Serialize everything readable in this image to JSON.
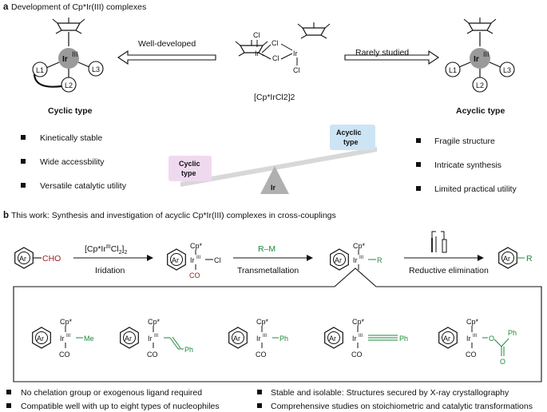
{
  "panel_a": {
    "label": "a",
    "title": "Development of Cp*Ir(III) complexes",
    "arrow_left_label": "Well-developed",
    "arrow_right_label": "Rarely studied",
    "dimer_formula": "[Cp*IrCl2]2",
    "cyclic_title": "Cyclic type",
    "acyclic_title": "Acyclic type",
    "cyclic_points": [
      "Kinetically stable",
      "Wide accessbility",
      "Versatile catalytic utility"
    ],
    "acyclic_points": [
      "Fragile structure",
      "Intricate synthesis",
      "Limited practical utility"
    ],
    "balance": {
      "left_box": "Cyclic type",
      "right_box": "Acyclic type",
      "fulcrum": "Ir"
    }
  },
  "panel_b": {
    "label": "b",
    "title": "This work: Synthesis and investigation of acyclic Cp*Ir(III) complexes in cross-couplings",
    "reagent_1": "[Cp*IrIIICl2]2",
    "step_1": "Iridation",
    "reagent_2": "R–M",
    "step_2": "Transmetallation",
    "step_3": "Reductive elimination",
    "substrate_group": "CHO",
    "groups": [
      "Me",
      "Ph",
      "Ph",
      "Ph"
    ],
    "bullets_left": [
      "No chelation group or exogenous ligand required",
      "Compatible well with up to eight types of nucleophiles"
    ],
    "bullets_right": [
      "Stable and isolable: Structures secured by X-ray crystallography",
      "Comprehensive studies on stoichiometric and catalytic transformations"
    ]
  },
  "chem": {
    "ar": "Ar",
    "ir": "Ir",
    "cp": "Cp*",
    "co": "CO",
    "cl": "Cl",
    "r": "R",
    "ox": "III",
    "l1": "L1",
    "l2": "L2",
    "l3": "L3",
    "o": "O"
  },
  "colors": {
    "green": "#1a8a3a",
    "red": "#9b1c1c",
    "pink": "#efd9ef",
    "blue": "#cde4f5"
  }
}
